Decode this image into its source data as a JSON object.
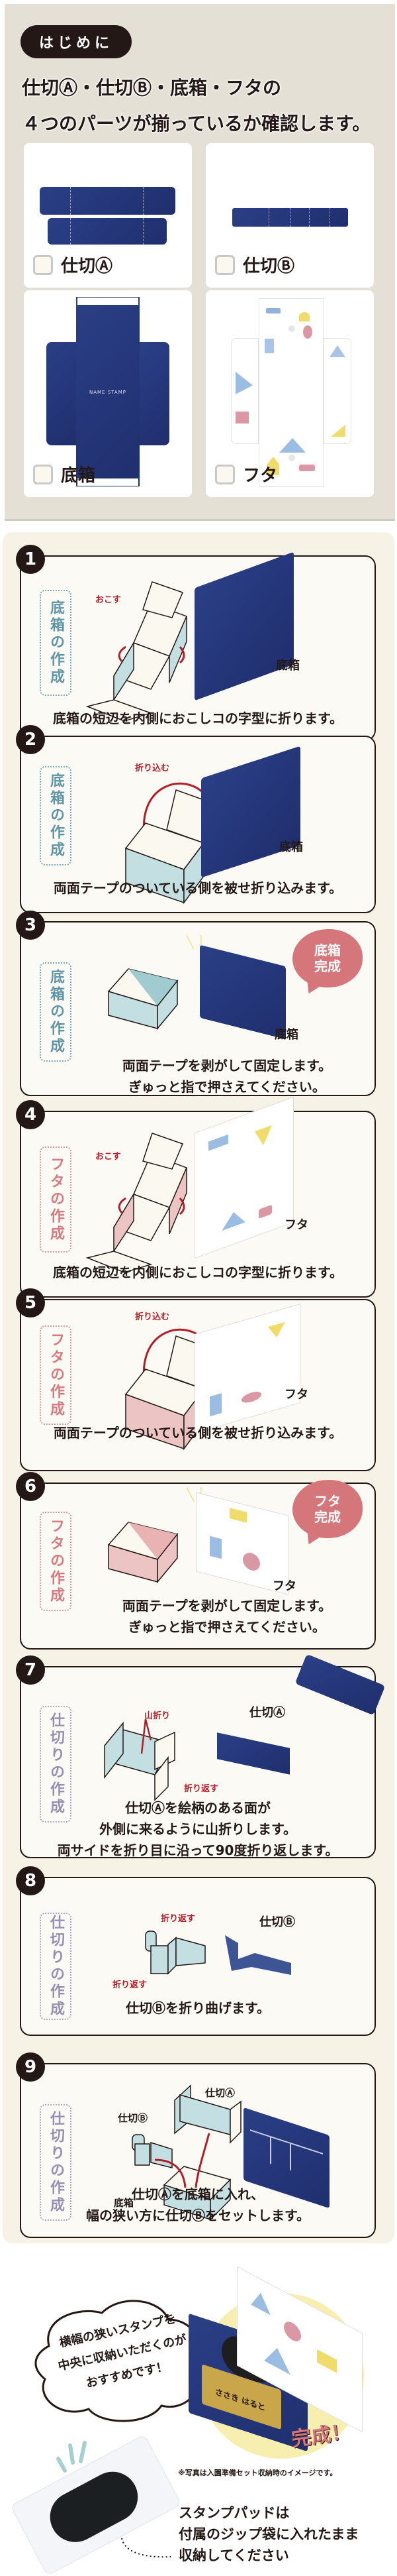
{
  "intro": {
    "badge": "はじめに",
    "title_line1": "仕切Ⓐ・仕切Ⓑ・底箱・フタの",
    "title_line2": "４つのパーツが揃っているか確認します。",
    "parts": [
      {
        "label": "仕切Ⓐ",
        "checked": false
      },
      {
        "label": "仕切Ⓑ",
        "checked": false
      },
      {
        "label": "底箱",
        "checked": false
      },
      {
        "label": "フタ",
        "checked": false
      }
    ],
    "box_print": "NAME STAMP"
  },
  "steps": [
    {
      "num": "1",
      "side": "底箱の作成",
      "note": "おこす",
      "photo_label": "底箱",
      "text": [
        "底箱の短辺を内側におこしコの字型に折ります。"
      ]
    },
    {
      "num": "2",
      "side": "底箱の作成",
      "note": "折り込む",
      "photo_label": "底箱",
      "text": [
        "両面テープのついている側を被せ折り込みます。"
      ]
    },
    {
      "num": "3",
      "side": "底箱の作成",
      "bubble": "底箱\n完成",
      "photo_label": "底箱",
      "text": [
        "両面テープを剥がして固定します。",
        "ぎゅっと指で押さえてください。"
      ]
    },
    {
      "num": "4",
      "side": "フタの作成",
      "note": "おこす",
      "photo_label": "フタ",
      "text": [
        "底箱の短辺を内側におこしコの字型に折ります。"
      ]
    },
    {
      "num": "5",
      "side": "フタの作成",
      "note": "折り込む",
      "photo_label": "フタ",
      "text": [
        "両面テープのついている側を被せ折り込みます。"
      ]
    },
    {
      "num": "6",
      "side": "フタの作成",
      "bubble": "フタ\n完成",
      "photo_label": "フタ",
      "text": [
        "両面テープを剥がして固定します。",
        "ぎゅっと指で押さえてください。"
      ]
    },
    {
      "num": "7",
      "side": "仕切りの作成",
      "note": "山折り",
      "note2": "折り返す",
      "photo_label": "仕切Ⓐ",
      "text": [
        "仕切Ⓐを絵柄のある面が",
        "外側に来るように山折りします。",
        "両サイドを折り目に沿って90度折り返します。"
      ]
    },
    {
      "num": "8",
      "side": "仕切りの作成",
      "note": "折り返す",
      "note2": "折り返す",
      "photo_label": "仕切Ⓑ",
      "text": [
        "仕切Ⓑを折り曲げます。"
      ]
    },
    {
      "num": "9",
      "side": "仕切りの作成",
      "label_a": "仕切Ⓐ",
      "label_b": "仕切Ⓑ",
      "label_box": "底箱",
      "text": [
        "仕切Ⓐを底箱に入れ、",
        "幅の狭い方に仕切Ⓑをセットします。"
      ]
    }
  ],
  "footer": {
    "cloud_text": [
      "横幅の狭いスタンプを",
      "中央に収納いただくのが",
      "おすすめです！"
    ],
    "finish": "完成！",
    "stamp_name": "ささき はると",
    "photo_note": "※写真は入園準備セット収納時のイメージです。",
    "pad_text": [
      "スタンプパッドは",
      "付属のジップ袋に入れたまま",
      "収納してください"
    ]
  },
  "colors": {
    "intro_bg": "#e4e0d6",
    "steps_bg": "#f6f2e6",
    "navy": "#23367a",
    "accent_red": "#b31d27",
    "bubble_pink": "#d4767a",
    "label_blue": "#5e95a7",
    "label_pink": "#d9787f",
    "label_purple": "#9590b3"
  }
}
